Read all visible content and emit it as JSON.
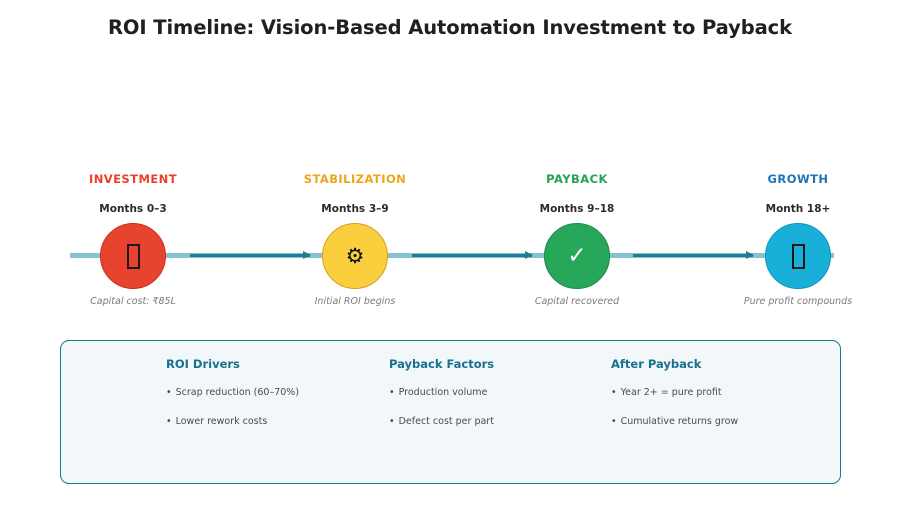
{
  "title": "ROI Timeline: Vision-Based Automation Investment to Payback",
  "timeline": {
    "baseline_color": "#86c2cf",
    "connector_color": "#1c7f91",
    "stages": [
      {
        "label": "INVESTMENT",
        "label_color": "#e8402a",
        "period": "Months 0–3",
        "caption": "Capital cost: ₹85L",
        "circle_fill": "#e8432f",
        "circle_stroke": "#c7301f",
        "icon_name": "missing-glyph-icon",
        "icon_glyph": ""
      },
      {
        "label": "STABILIZATION",
        "label_color": "#efa51b",
        "period": "Months 3–9",
        "caption": "Initial ROI begins",
        "circle_fill": "#f9cf3e",
        "circle_stroke": "#d79f16",
        "icon_name": "gear-icon",
        "icon_glyph": "⚙"
      },
      {
        "label": "PAYBACK",
        "label_color": "#27a155",
        "period": "Months 9–18",
        "caption": "Capital recovered",
        "circle_fill": "#26a75a",
        "circle_stroke": "#1d8a49",
        "icon_name": "check-icon",
        "icon_glyph": "✓"
      },
      {
        "label": "GROWTH",
        "label_color": "#1f74b5",
        "period": "Month 18+",
        "caption": "Pure profit compounds",
        "circle_fill": "#18b0d8",
        "circle_stroke": "#1391b5",
        "icon_name": "missing-glyph-icon",
        "icon_glyph": ""
      }
    ]
  },
  "panel": {
    "border_color": "#19788c",
    "background_color": "#f2f8fa",
    "bullet": "•",
    "columns": [
      {
        "title": "ROI Drivers",
        "items": [
          "Scrap reduction (60–70%)",
          "Lower rework costs"
        ]
      },
      {
        "title": "Payback Factors",
        "items": [
          "Production volume",
          "Defect cost per part"
        ]
      },
      {
        "title": "After Payback",
        "items": [
          "Year 2+ = pure profit",
          "Cumulative returns grow"
        ]
      }
    ]
  }
}
